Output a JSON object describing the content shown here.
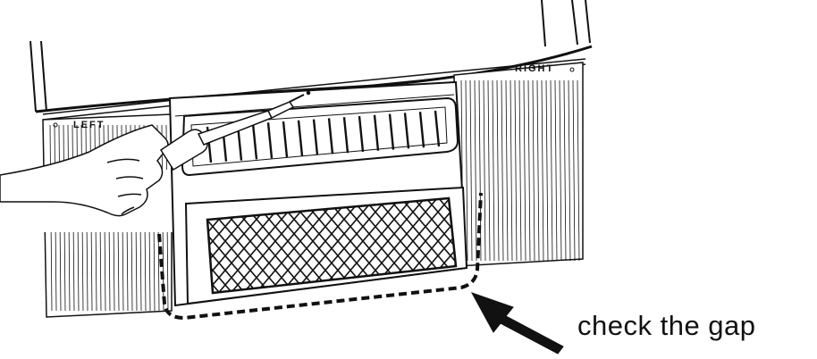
{
  "labels": {
    "left_panel": "LEFT",
    "right_panel": "RIGHT",
    "callout": "check the gap"
  },
  "colors": {
    "ink": "#111111",
    "paper": "#ffffff"
  },
  "icons": {
    "hand": "hand-holding-screwdriver",
    "arrow": "pointer-arrow"
  }
}
